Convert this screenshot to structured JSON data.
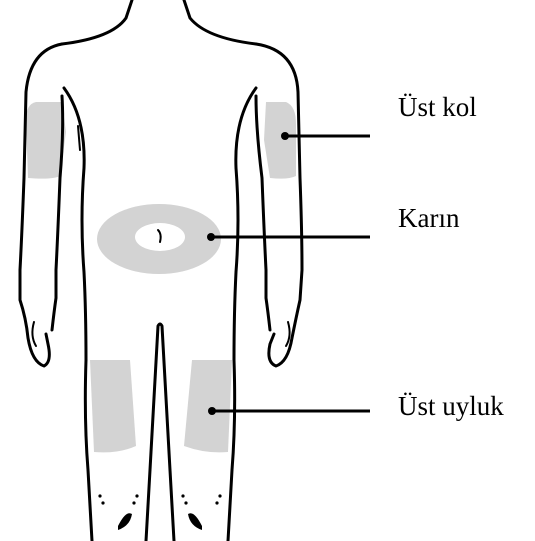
{
  "colors": {
    "injection_zone": "#d3d3d3",
    "outline": "#000000",
    "background": "#ffffff"
  },
  "labels": {
    "upper_arm": "Üst kol",
    "abdomen": "Karın",
    "upper_thigh": "Üst uyluk"
  }
}
